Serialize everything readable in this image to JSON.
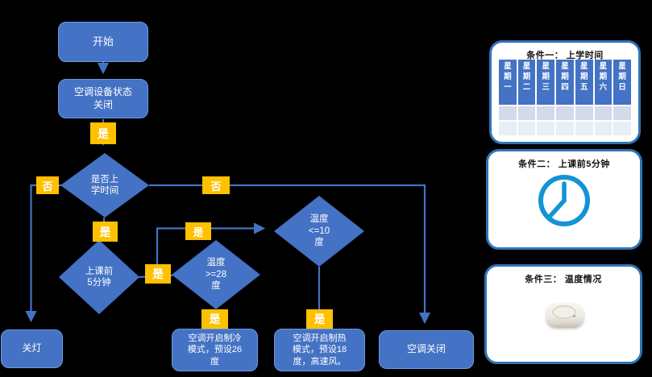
{
  "flowchart": {
    "nodes": {
      "start": "开始",
      "ac_status": "空调设备状态\n关闭",
      "is_school_time": "是否上\n学时间",
      "before_class": "上课前\n5分钟",
      "temp_ge_28": "温度\n>=28\n度",
      "temp_le_10": "温度\n<=10\n度",
      "lights_off": "关灯",
      "cooling": "空调开启制冷\n模式，预设26\n度",
      "heating": "空调开启制热\n模式，预设18\n度，高速风。",
      "ac_off": "空调关闭"
    },
    "labels": {
      "yes": "是",
      "no": "否"
    }
  },
  "panels": {
    "schedule": {
      "title": "条件一： 上学时间",
      "columns": [
        "星期一",
        "星期二",
        "星期三",
        "星期四",
        "星期五",
        "星期六",
        "星期日"
      ]
    },
    "clock": {
      "title": "条件二： 上课前5分钟",
      "icon": "clock-icon"
    },
    "temperature": {
      "title": "条件三： 温度情况",
      "icon": "temperature-sensor"
    }
  },
  "colors": {
    "background": "#000000",
    "shape_fill": "#4472C4",
    "shape_border": "#6E9AE0",
    "decision_label_fill": "#FFC000",
    "connector": "#4472C4",
    "panel_border": "#2E75B6",
    "clock_icon": "#1493D6",
    "table_header": "#4472C4",
    "table_row_odd": "#D3DAE9",
    "table_row_even": "#E9EDF5"
  }
}
